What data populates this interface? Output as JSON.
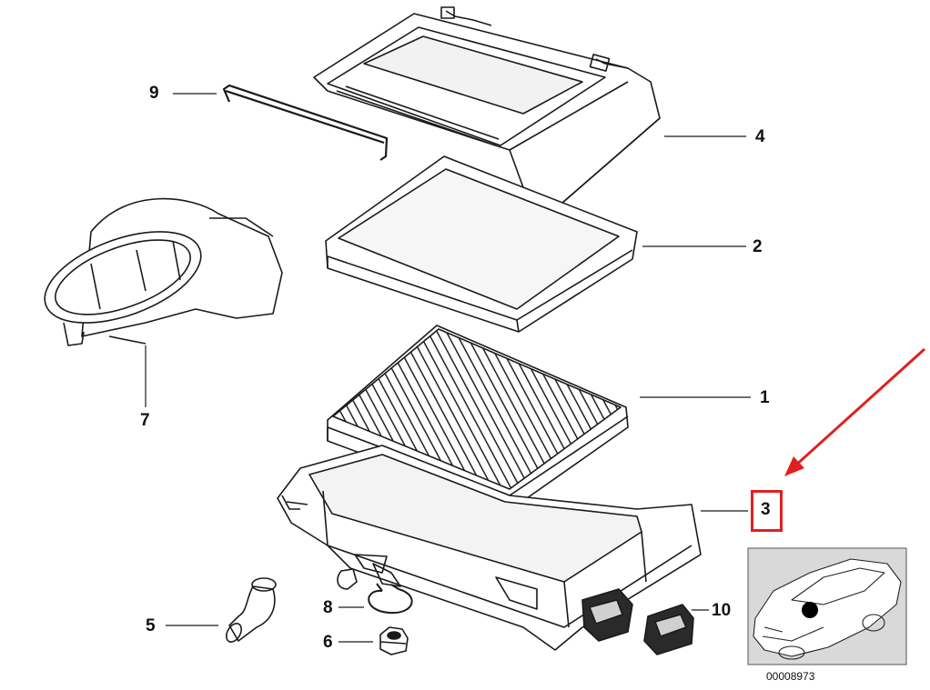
{
  "labels": {
    "p1": "1",
    "p2": "2",
    "p3": "3",
    "p4": "4",
    "p5": "5",
    "p6": "6",
    "p7": "7",
    "p8": "8",
    "p9": "9",
    "p10": "10"
  },
  "catalog_number": "00008973",
  "colors": {
    "line": "#1a1a1a",
    "panel": "#d9d9d9",
    "highlight": "#e02020"
  }
}
